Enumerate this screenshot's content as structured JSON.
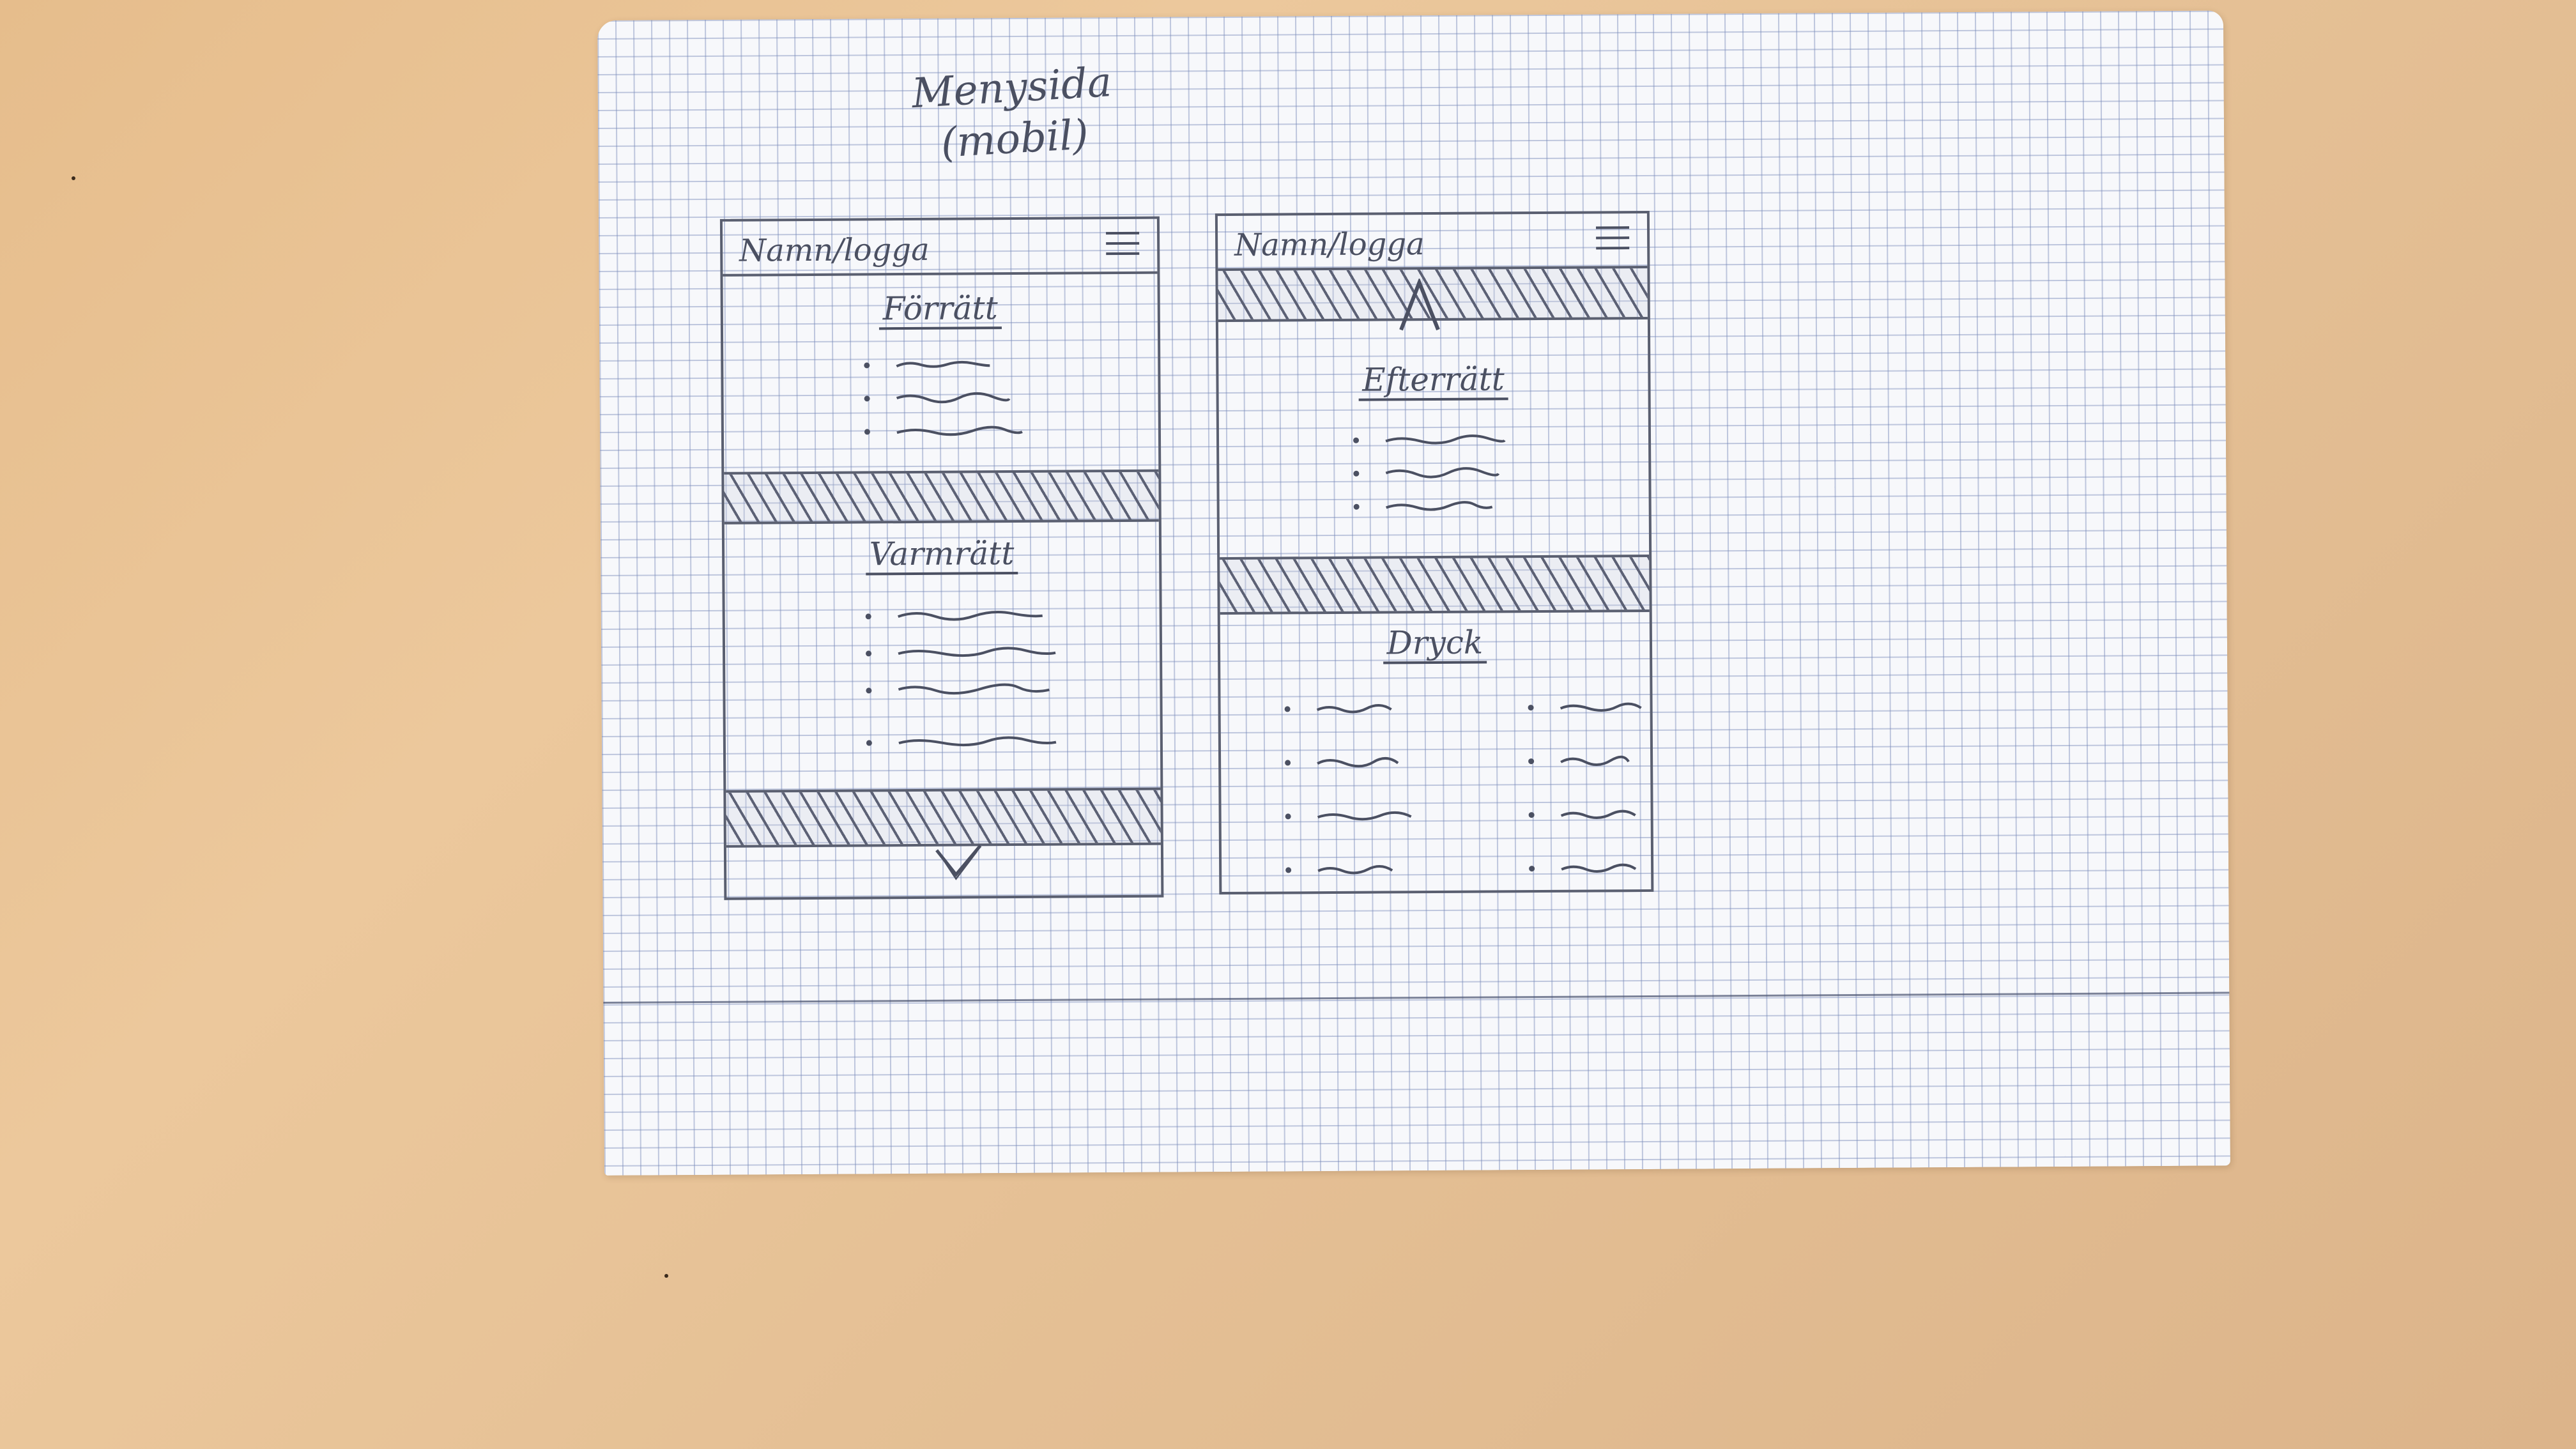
{
  "sketch": {
    "title_line1": "Menysida",
    "title_line2": "(mobil)",
    "icons": {
      "menu": "hamburger-icon",
      "scroll_down": "chevron-down-icon",
      "scroll_up": "chevron-up-icon"
    },
    "colors": {
      "pencil": "#4b5062",
      "paper": "#f7f8fb",
      "grid": "#788ab9",
      "desk": "#e6bd8c"
    },
    "screen_1": {
      "header": {
        "logo_text": "Namn/logga"
      },
      "sections": [
        {
          "title": "Förrätt"
        },
        {
          "title": "Varmrätt"
        }
      ]
    },
    "screen_2": {
      "header": {
        "logo_text": "Namn/logga"
      },
      "sections": [
        {
          "title": "Efterrätt"
        },
        {
          "title": "Dryck"
        }
      ]
    }
  }
}
